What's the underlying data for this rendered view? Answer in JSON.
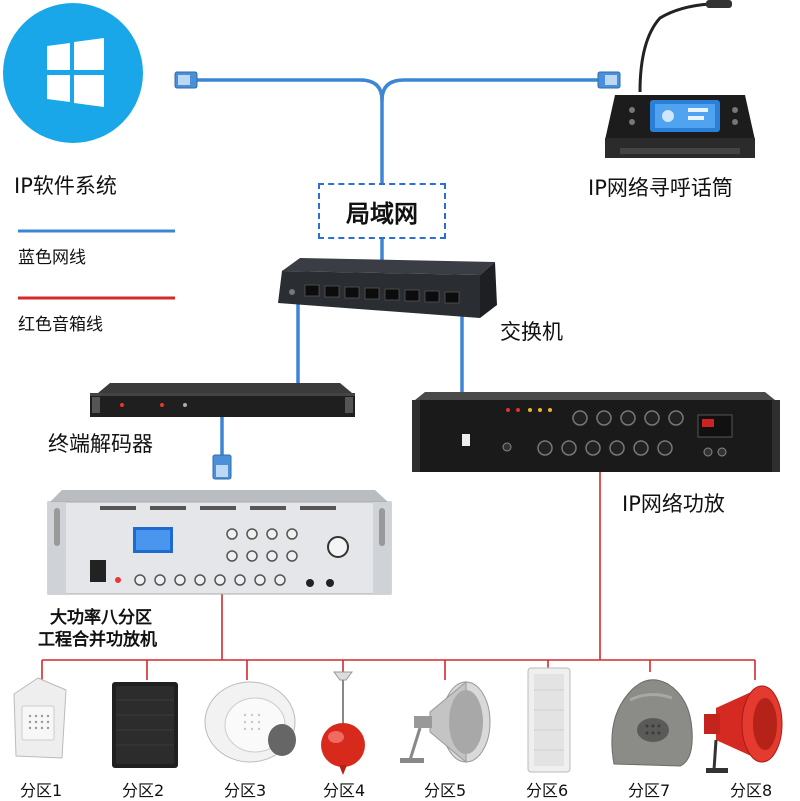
{
  "labels": {
    "ip_software": "IP软件系统",
    "ip_paging_mic": "IP网络寻呼话筒",
    "lan": "局域网",
    "switch": "交换机",
    "terminal_decoder": "终端解码器",
    "ip_amplifier": "IP网络功放",
    "mixer_amp_line1": "大功率八分区",
    "mixer_amp_line2": "工程合并功放机"
  },
  "legend": {
    "blue_line": "蓝色网线",
    "red_line": "红色音箱线"
  },
  "zones": [
    "分区1",
    "分区2",
    "分区3",
    "分区4",
    "分区5",
    "分区6",
    "分区7",
    "分区8"
  ],
  "colors": {
    "network_cable": "#3d86d6",
    "speaker_cable": "#d42a2a",
    "windows_blue": "#19a7ea",
    "lan_border": "#2a6fd6"
  },
  "icons": [
    "windows-logo-icon",
    "paging-microphone-icon",
    "network-switch-icon",
    "decoder-icon",
    "ip-amplifier-icon",
    "mixer-amplifier-icon",
    "wall-speaker-icon",
    "box-speaker-icon",
    "ceiling-speaker-icon",
    "pendant-speaker-icon",
    "horn-speaker-icon",
    "column-speaker-icon",
    "rock-speaker-icon",
    "siren-horn-icon"
  ]
}
